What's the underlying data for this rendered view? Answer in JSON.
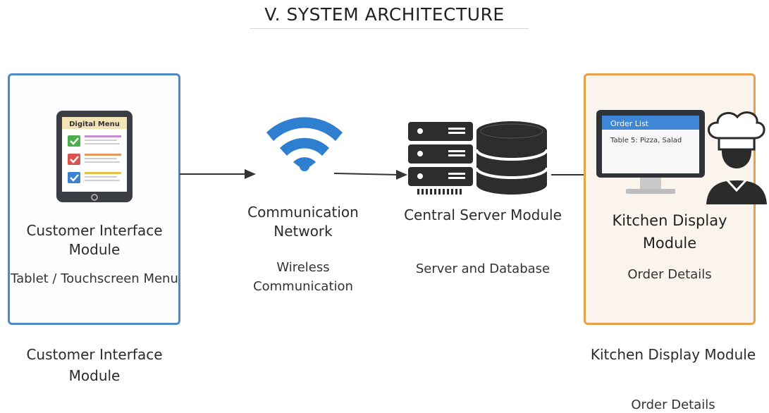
{
  "title": "V. SYSTEM ARCHITECTURE",
  "customer": {
    "title": "Customer Interface Module",
    "subtitle": "Tablet / Touchscreen Menu",
    "tablet_header": "Digital Menu",
    "caption": "Customer Interface Module"
  },
  "network": {
    "title": "Communication Network",
    "subtitle": "Wireless Communication"
  },
  "server": {
    "title": "Central Server Module",
    "subtitle": "Server and Database"
  },
  "kitchen": {
    "title": "Kitchen Display Module",
    "subtitle": "Order Details",
    "screen_header": "Order List",
    "screen_row": "Table 5: Pizza, Salad",
    "caption_title": "Kitchen Display Module",
    "caption_subtitle": "Order Details"
  },
  "colors": {
    "customer_border": "#4f89c7",
    "kitchen_border": "#e9a04a",
    "wifi": "#2f7fd0",
    "arrow": "#333333"
  }
}
